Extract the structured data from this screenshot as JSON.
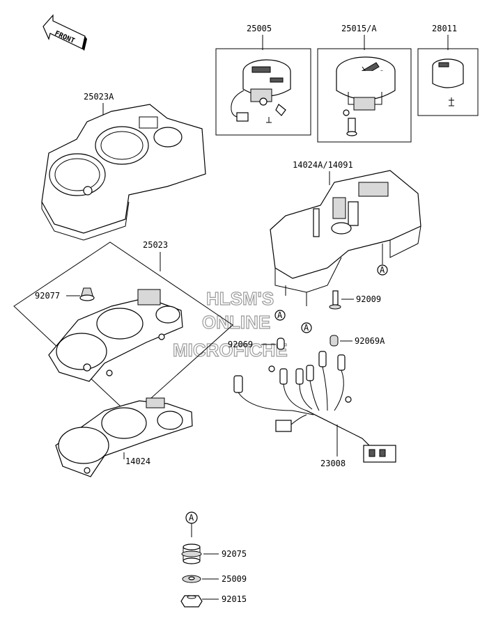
{
  "front_label": "FRONT",
  "watermark": [
    "HLSM'S",
    "ONLINE",
    "MICROFICHE"
  ],
  "ref_marker": "A",
  "parts": {
    "p25005": "25005",
    "p25015a": "25015/A",
    "p28011": "28011",
    "p25023a": "25023A",
    "p14024a": "14024A/14091",
    "p25023": "25023",
    "p92077": "92077",
    "p92009": "92009",
    "p92069": "92069",
    "p92069a": "92069A",
    "p14024": "14024",
    "p23008": "23008",
    "p92075": "92075",
    "p25009": "25009",
    "p92015": "92015"
  }
}
